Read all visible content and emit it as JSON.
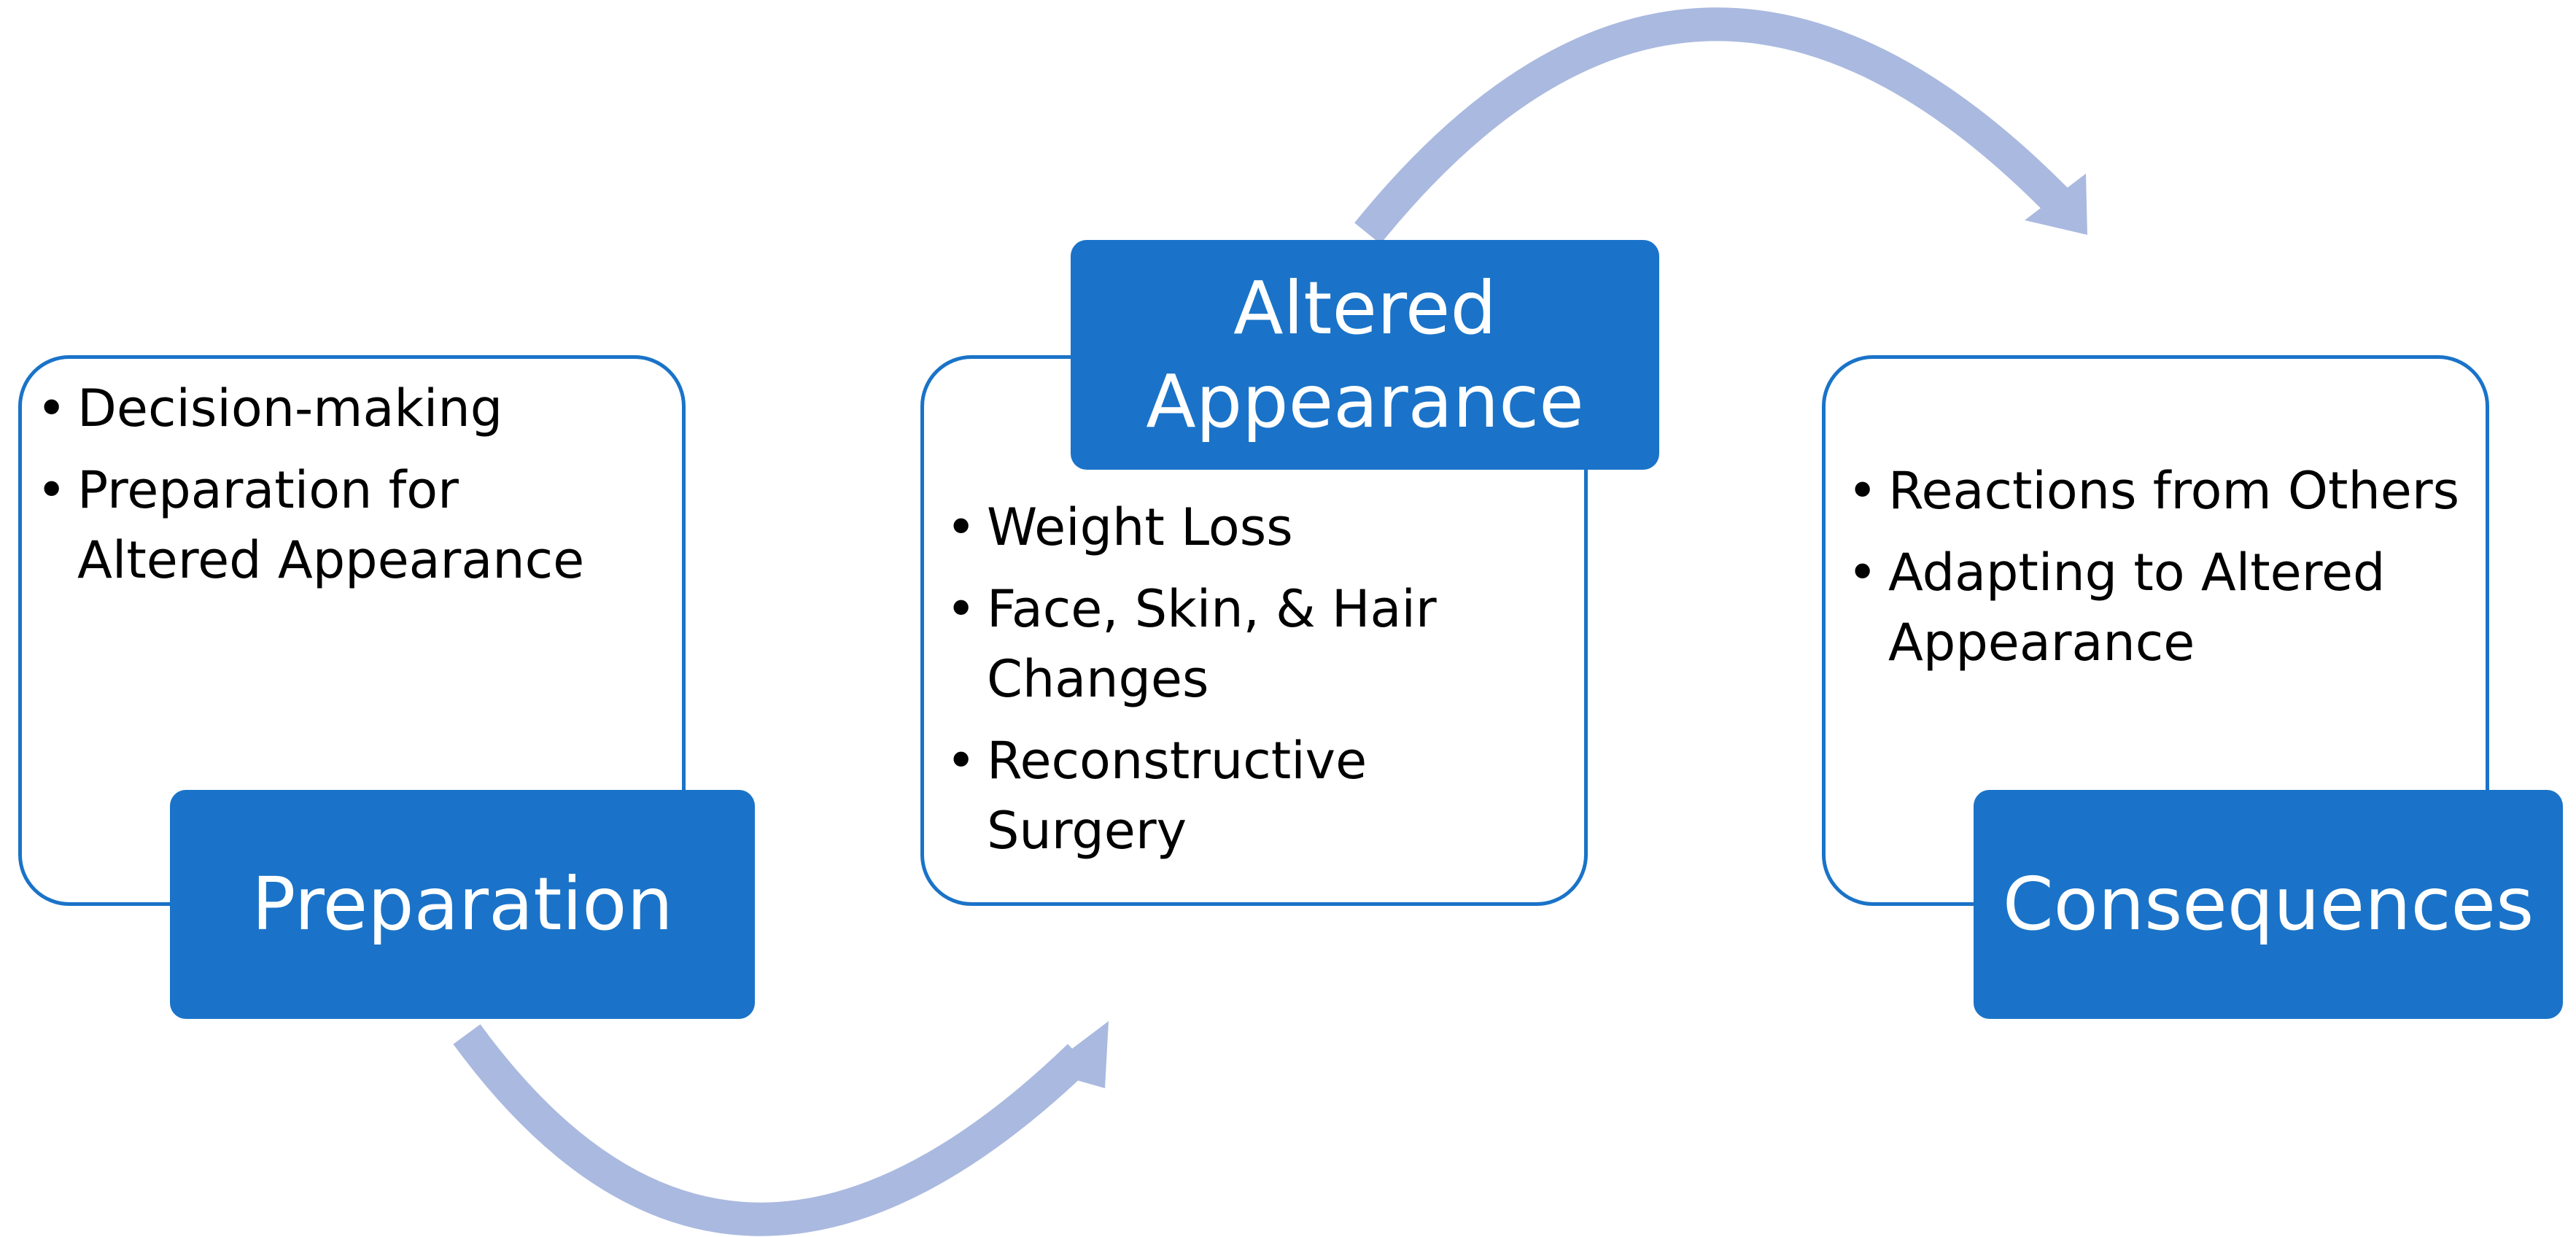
{
  "stages": [
    {
      "id": "preparation",
      "label": "Preparation",
      "bullets": [
        "Decision-making",
        "Preparation for Altered Appearance"
      ]
    },
    {
      "id": "altered-appearance",
      "label": "Altered Appearance",
      "bullets": [
        "Weight Loss",
        "Face, Skin, & Hair Changes",
        "Reconstructive Surgery"
      ]
    },
    {
      "id": "consequences",
      "label": "Consequences",
      "bullets": [
        "Reactions from Others",
        "Adapting to Altered Appearance"
      ]
    }
  ],
  "colors": {
    "box": "#1a73c8",
    "arrow": "#aab9df",
    "text": "#000000",
    "label_text": "#ffffff"
  }
}
